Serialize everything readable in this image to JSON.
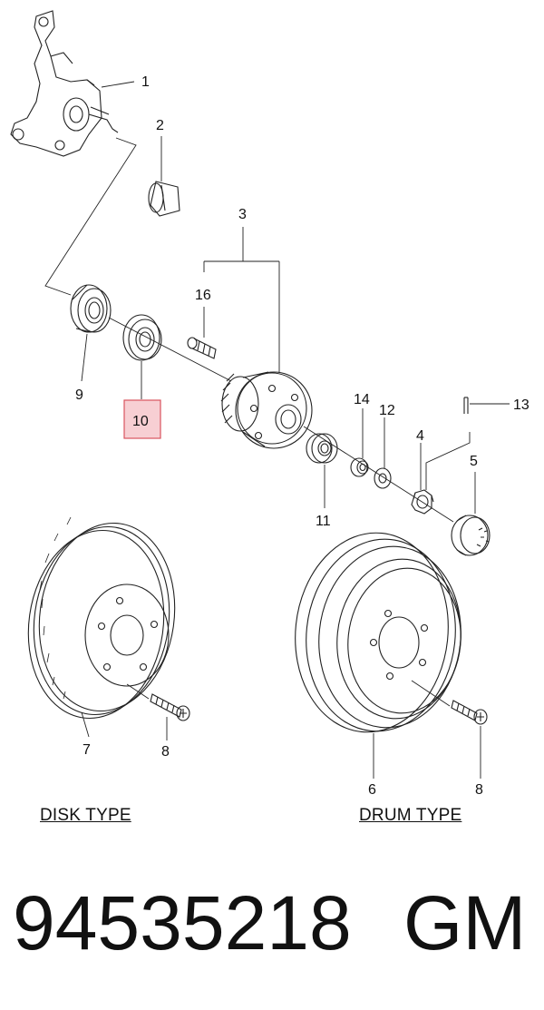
{
  "callouts": {
    "c1": "1",
    "c2": "2",
    "c3": "3",
    "c4": "4",
    "c5": "5",
    "c6": "6",
    "c7": "7",
    "c8a": "8",
    "c8b": "8",
    "c9": "9",
    "c10": "10",
    "c11": "11",
    "c12": "12",
    "c13": "13",
    "c14": "14",
    "c16": "16"
  },
  "captions": {
    "disk": "DISK TYPE",
    "drum": "DRUM TYPE"
  },
  "part": {
    "number": "94535218",
    "brand": "GM"
  },
  "colors": {
    "highlight_fill": "#f7cfd3",
    "highlight_stroke": "#d9545f",
    "line": "#222222"
  }
}
